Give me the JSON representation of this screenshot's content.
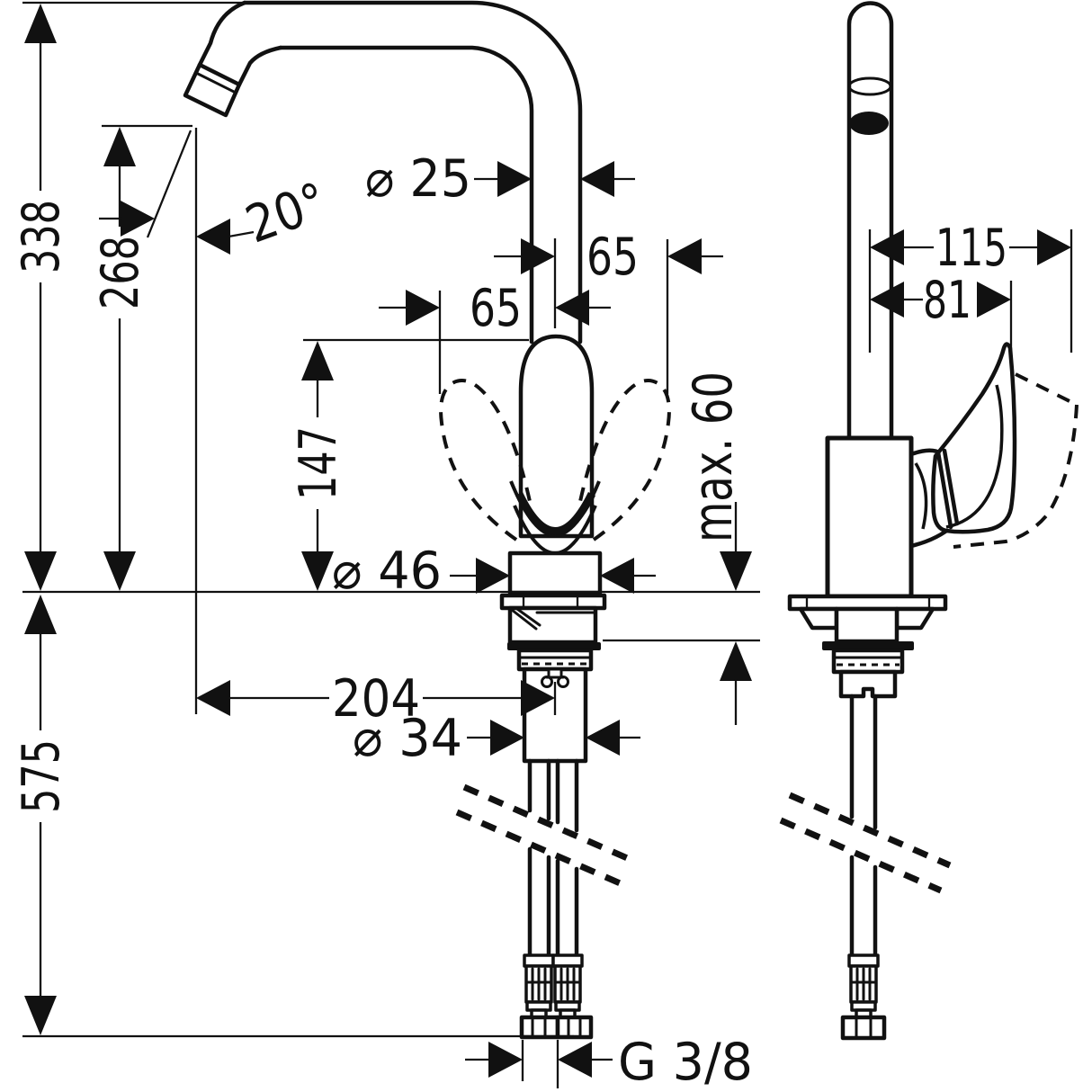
{
  "drawing": {
    "subject": "single-lever kitchen mixer tap - dimensional drawing, front and side view",
    "background": "#ffffff",
    "ink": "#111111",
    "dims": {
      "overall_height": "338",
      "spout_outlet_height": "268",
      "handle_height": "147",
      "below_deck_length": "575",
      "spout_angle": "20°",
      "spout_pipe_dia": "⌀ 25",
      "swing_left": "65",
      "swing_right": "65",
      "deck_max_thickness": "max. 60",
      "body_dia": "⌀ 46",
      "spout_reach": "204",
      "shank_dia": "⌀ 34",
      "side_reach": "115",
      "handle_reach": "81",
      "connection_thread": "G 3/8"
    }
  }
}
